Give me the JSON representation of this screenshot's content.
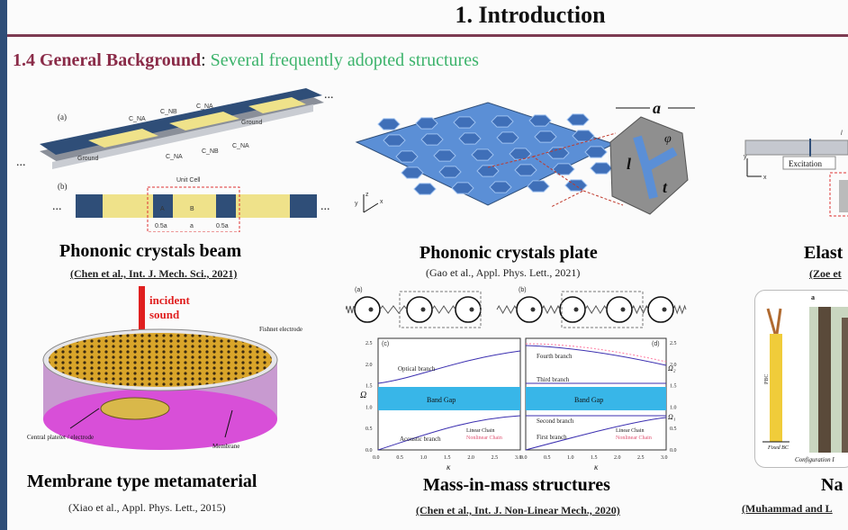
{
  "slide": {
    "title": "1. Introduction",
    "section_heading": "1.4 General Background",
    "section_colon": ":",
    "section_subtitle": "Several frequently adopted structures"
  },
  "panels": [
    {
      "caption": "Phononic crystals beam",
      "citation": "(Chen et al., Int. J. Mech. Sci., 2021)"
    },
    {
      "caption": "Phononic crystals plate",
      "citation": "(Gao et al., Appl. Phys. Lett., 2021)"
    },
    {
      "caption": "Elast",
      "citation": "(Zoe et"
    },
    {
      "caption": "Membrane type metamaterial",
      "citation": "(Xiao et al., Appl. Phys. Lett., 2015)"
    },
    {
      "caption": "Mass-in-mass structures",
      "citation": "(Chen et al., Int. J. Non-Linear Mech., 2020)"
    },
    {
      "caption": "Na",
      "citation": "(Muhammad and L"
    }
  ],
  "beam_figure": {
    "label_a": "(a)",
    "label_b": "(b)",
    "unit_cell": "Unit Cell",
    "ground": "Ground",
    "cna": "C_NA",
    "cnb": "C_NB",
    "seg_a": "A",
    "seg_b": "B",
    "dim_a": "a",
    "dim_half": "0.5a",
    "ellipsis": "..."
  },
  "plate_figure": {
    "dim": "a",
    "phi": "φ",
    "l": "l",
    "t": "t",
    "axis_z": "z",
    "axis_x": "x",
    "axis_y": "y"
  },
  "membrane_figure": {
    "incident": "incident",
    "sound": "sound",
    "fishnet": "Fishnet electrode",
    "central": "Central platelet / electrode",
    "membrane": "Membrane"
  },
  "mass_figure": {
    "label_a": "(a)",
    "label_b": "(b)",
    "label_c": "(c)",
    "label_d": "(d)",
    "optical": "Optical branch",
    "acoustic": "Acoustic branch",
    "bandgap": "Band Gap",
    "fourth": "Fourth branch",
    "third": "Third branch",
    "second": "Second branch",
    "first": "First branch",
    "legend_linear": "Linear Chain",
    "legend_nonlinear": "Nonlinear Chain",
    "ylabel": "Ω",
    "xlabel": "κ",
    "omega1": "Ω₁",
    "omega2": "Ω₂",
    "xticks": [
      "0.0",
      "0.5",
      "1.0",
      "1.5",
      "2.0",
      "2.5",
      "3.0"
    ],
    "yticks": [
      "0.0",
      "0.5",
      "1.0",
      "1.5",
      "2.0",
      "2.5"
    ]
  },
  "elastic_figure": {
    "excitation": "Excitation",
    "x": "x",
    "y": "y",
    "l": "l"
  },
  "tree_figure": {
    "label_a": "a",
    "pbc": "PBC",
    "fixed": "Fixed BC",
    "config": "Configuration I"
  },
  "colors": {
    "navy": "#2f4e78",
    "maroon": "#8a2b48",
    "green": "#3cb36b",
    "bandgap": "#38b6e8",
    "plate": "#5b8fd6",
    "membrane": "#d84fd8",
    "gold": "#e0b73a"
  }
}
